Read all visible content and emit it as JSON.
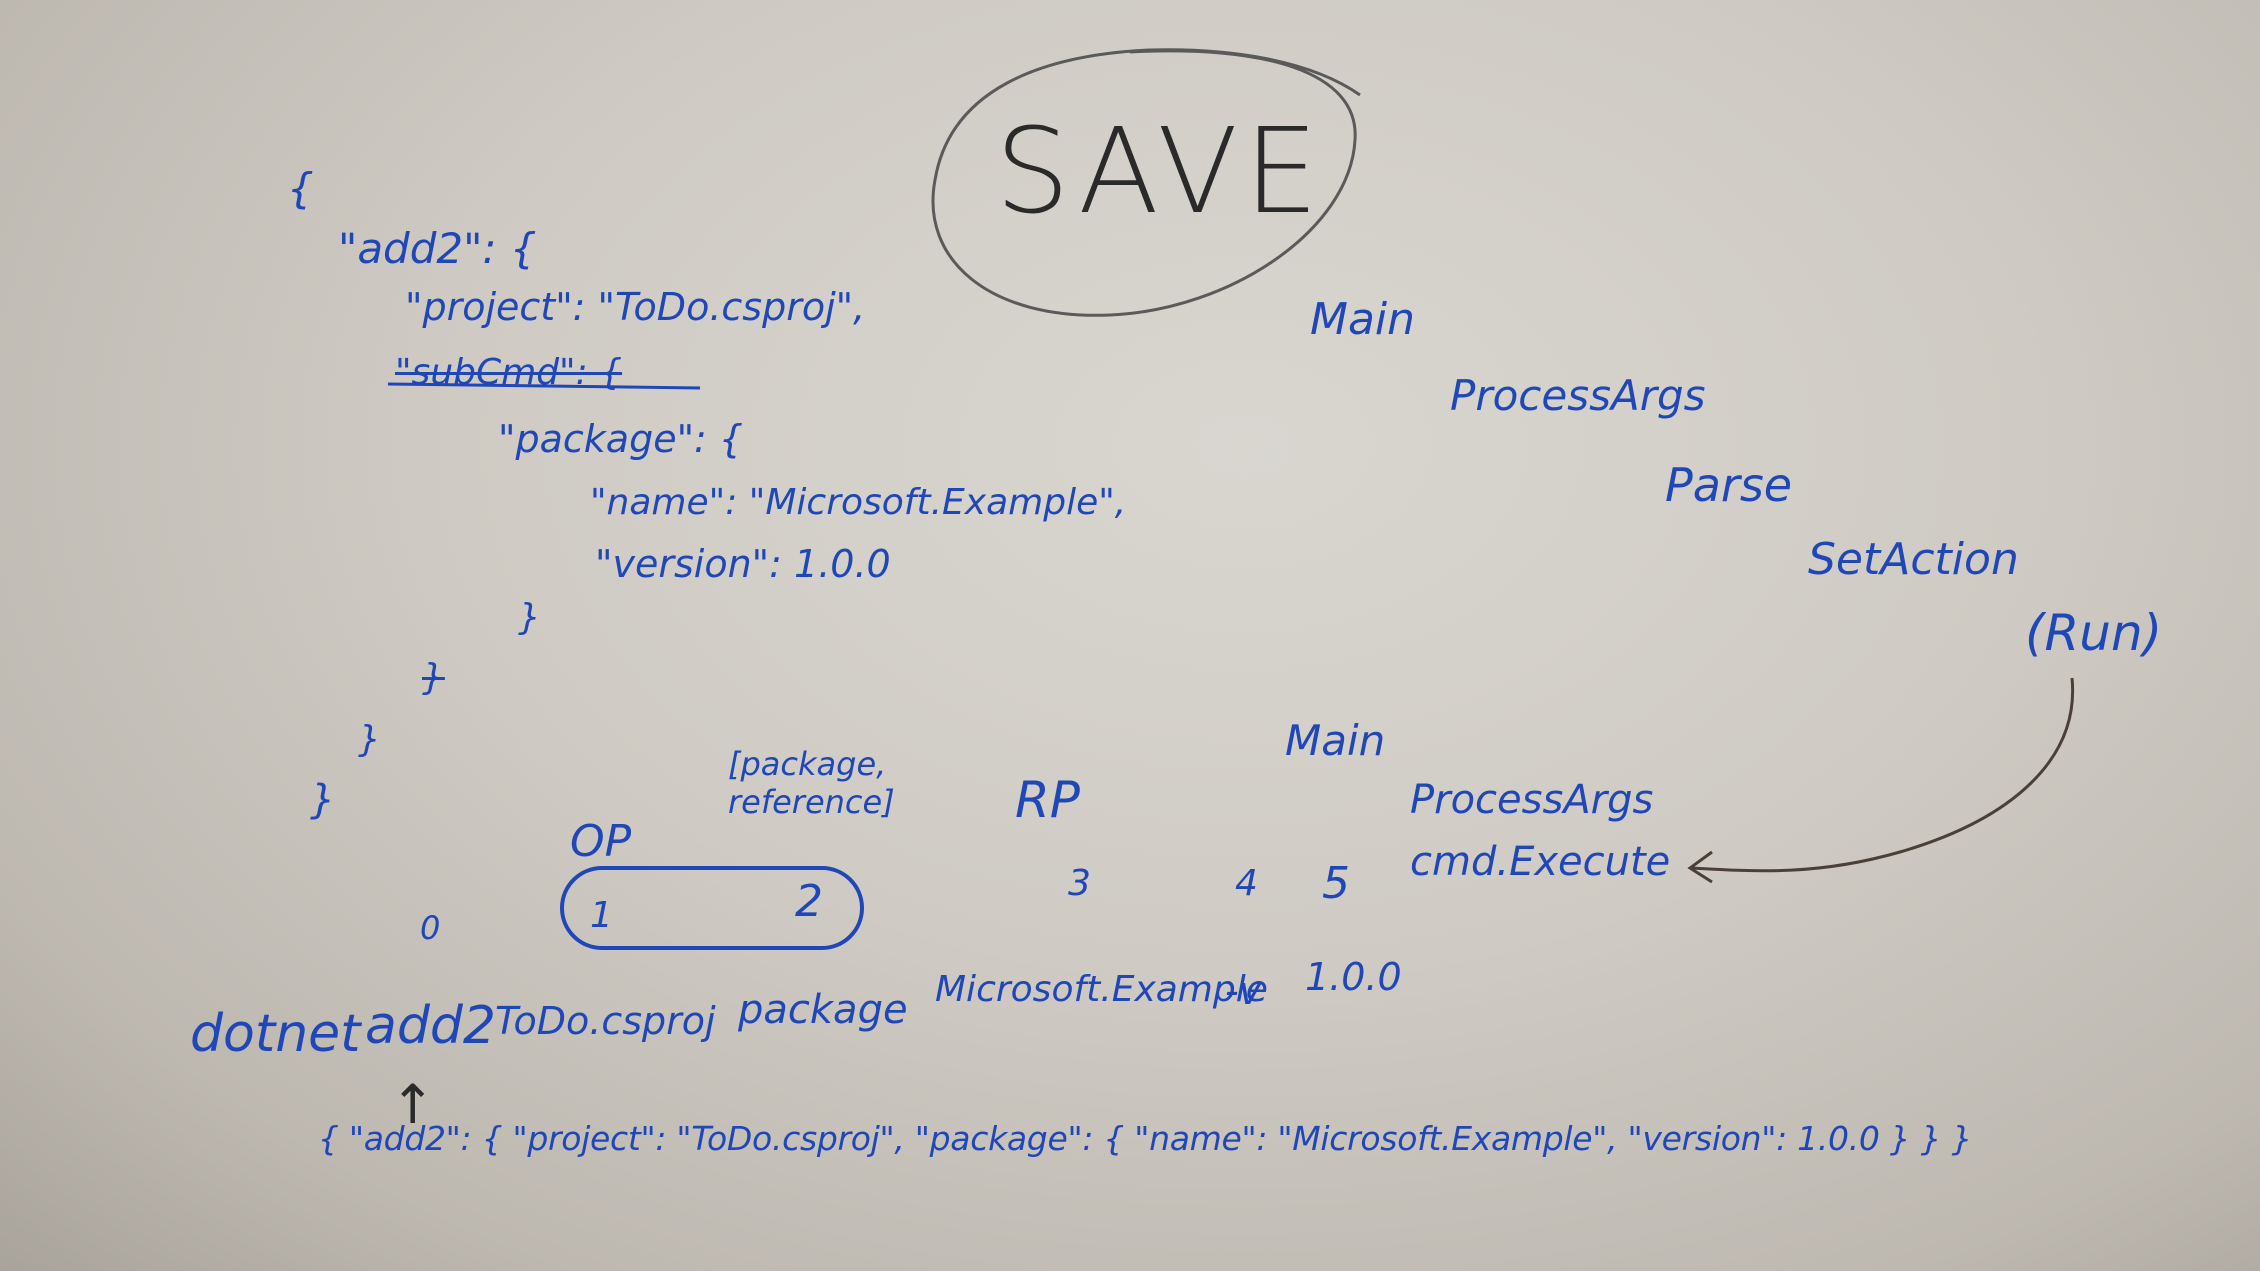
{
  "whiteboard": {
    "save_note": "SAVE",
    "json_sketch": {
      "open_brace": "{",
      "add2_key": "\"add2\": {",
      "project_line": "\"project\": \"ToDo.csproj\",",
      "subcmd_line": "\"subCmd\": {",
      "package_key": "\"package\": {",
      "name_line": "\"name\": \"Microsoft.Example\",",
      "version_line": "\"version\": 1.0.0",
      "close_package": "}",
      "close_subcmd": "}",
      "close_add2": "}",
      "close_root": "}"
    },
    "call_chain_top": {
      "main": "Main",
      "process_args": "ProcessArgs",
      "parse": "Parse",
      "set_action": "SetAction",
      "run": "(Run)"
    },
    "call_chain_bottom": {
      "main": "Main",
      "process_args": "ProcessArgs",
      "cmd_execute": "cmd.Execute"
    },
    "arg_labels": {
      "op": "OP",
      "subcommands": "[package,\nreference]",
      "rp": "RP"
    },
    "arg_indexes": [
      "0",
      "1",
      "2",
      "3",
      "4",
      "5"
    ],
    "command_line": {
      "dotnet": "dotnet",
      "add2": "add2",
      "project": "ToDo.csproj",
      "package": "package",
      "package_name": "Microsoft.Example",
      "version_flag": "-v",
      "version": "1.0.0"
    },
    "arrow_up": "↑",
    "json_one_line": "{ \"add2\": { \"project\": \"ToDo.csproj\", \"package\": { \"name\": \"Microsoft.Example\", \"version\": 1.0.0 } } }"
  }
}
